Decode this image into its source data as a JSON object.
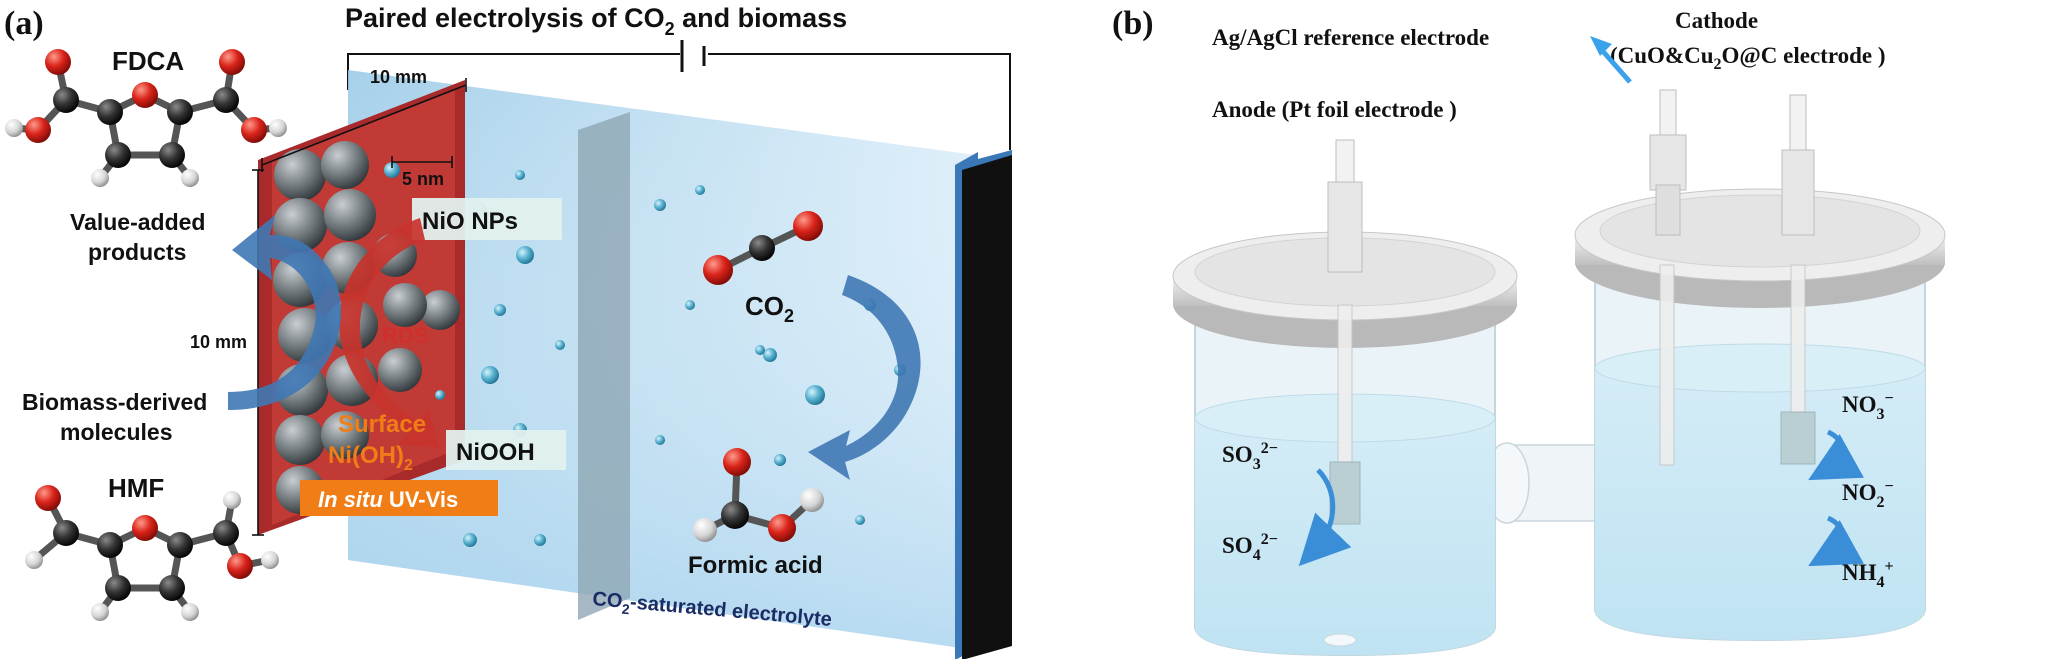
{
  "panel_a": {
    "label": "(a)",
    "title": "Paired electrolysis of CO",
    "title_sub": "2",
    "title_end": " and biomass",
    "fdca": "FDCA",
    "value_added_1": "Value-added",
    "value_added_2": "products",
    "biomass_1": "Biomass-derived",
    "biomass_2": "molecules",
    "hmf": "HMF",
    "dim_10mm_top": "10 mm",
    "dim_10mm_left": "10 mm",
    "dim_5nm": "5 nm",
    "nio_nps": "NiO NPs",
    "rds": "RDS",
    "surface": "Surface",
    "ni_oh2": "Ni(OH)",
    "ni_oh2_sub": "2",
    "niooh": "NiOOH",
    "in_situ": "In situ",
    "uv_vis": " UV-Vis",
    "co2": "CO",
    "co2_sub": "2",
    "formic_acid": "Formic acid",
    "electrolyte": "CO",
    "electrolyte_sub": "2",
    "electrolyte_end": "-saturated electrolyte"
  },
  "panel_b": {
    "label": "(b)",
    "reference": "Ag/AgCl reference electrode",
    "cathode_1": "Cathode",
    "cathode_2a": "(CuO&Cu",
    "cathode_2sub": "2",
    "cathode_2b": "O@C electrode )",
    "anode": "Anode (Pt  foil electrode )",
    "so3": "SO",
    "so3_sub": "3",
    "so3_sup": "2−",
    "so4": "SO",
    "so4_sub": "4",
    "so4_sup": "2−",
    "no3": "NO",
    "no3_sub": "3",
    "no3_sup": "−",
    "no2": "NO",
    "no2_sub": "2",
    "no2_sup": "−",
    "nh4": "NH",
    "nh4_sub": "4",
    "nh4_sup": "+"
  },
  "colors": {
    "electrolyte_blue": "#b8dcf2",
    "arrow_blue": "#3f78b4",
    "arrow_red": "#c8332c",
    "orange": "#f07d16",
    "electrode_red": "#a92a2a",
    "cathode_blue": "#3a78b8",
    "label_box": "#e2f0ee",
    "bright_arrow": "#3a9ee6"
  }
}
